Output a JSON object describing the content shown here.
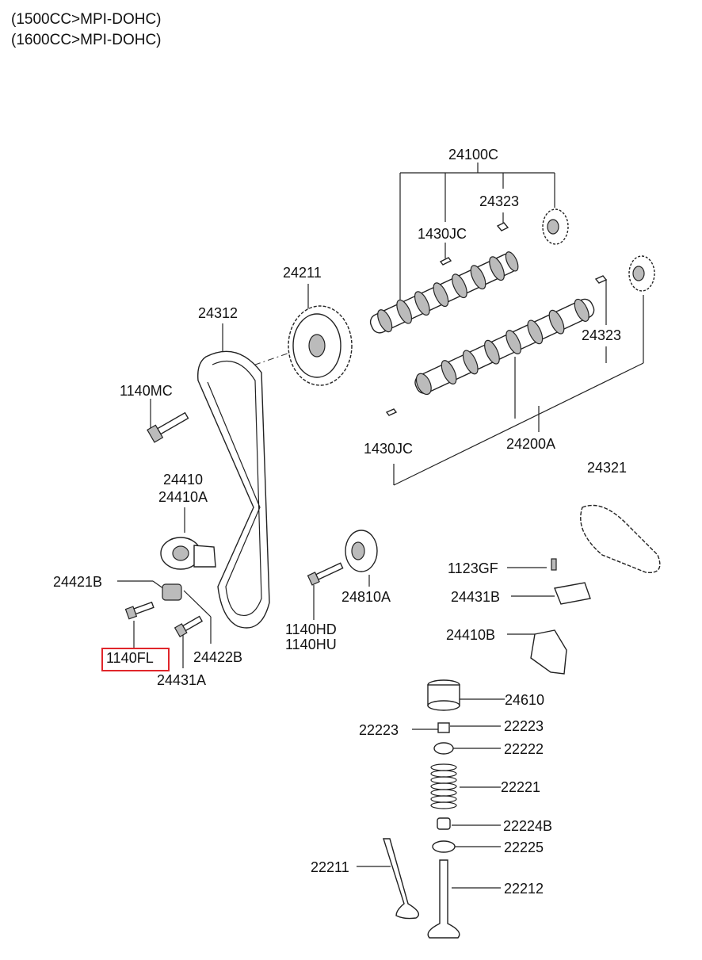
{
  "header": {
    "line1": "(1500CC>MPI-DOHC)",
    "line2": "(1600CC>MPI-DOHC)"
  },
  "labels": {
    "camshaft_assy_upper": "24100C",
    "key_upper": "24323",
    "pin_upper": "1430JC",
    "cam_sprocket": "24211",
    "timing_belt": "24312",
    "bolt_sprocket": "1140MC",
    "key_lower": "24323",
    "pin_lower": "1430JC",
    "camshaft_assy_lower": "24200A",
    "tensioner_a": "24410",
    "tensioner_b": "24410A",
    "tensioner_spring": "24421B",
    "bolt_highlight": "1140FL",
    "tensioner_arm_bolt": "24422B",
    "tensioner_bolt": "24431A",
    "idler": "24810A",
    "idler_bolt_a": "1140HD",
    "idler_bolt_b": "1140HU",
    "chain": "24321",
    "bolt_chain": "1123GF",
    "chain_guide": "24431B",
    "chain_tensioner": "24410B",
    "tappet": "24610",
    "retainer_lock_left": "22223",
    "retainer_lock_right": "22223",
    "retainer": "22222",
    "valve_spring": "22221",
    "seal": "22224B",
    "spring_seat": "22225",
    "valve_intake": "22211",
    "valve_exhaust": "22212"
  },
  "highlight_color": "#e0262b"
}
